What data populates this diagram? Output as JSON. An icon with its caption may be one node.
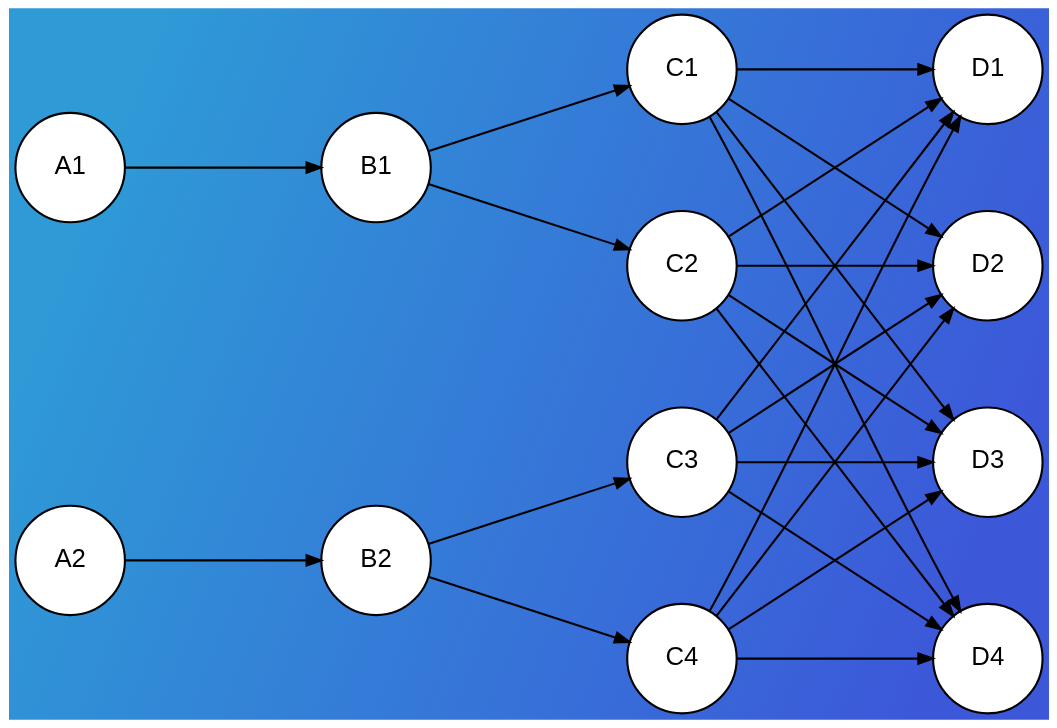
{
  "diagram": {
    "nodes": [
      {
        "text": [
          "A1"
        ]
      },
      {
        "text": [
          "A2"
        ]
      },
      {
        "text": [
          "B1"
        ]
      },
      {
        "text": [
          "B2"
        ]
      },
      {
        "text": [
          "C1"
        ]
      },
      {
        "text": [
          "C2"
        ]
      },
      {
        "text": [
          "C3"
        ]
      },
      {
        "text": [
          "C4"
        ]
      },
      {
        "text": [
          "D1"
        ]
      },
      {
        "text": [
          "D2"
        ]
      },
      {
        "text": [
          "D3"
        ]
      },
      {
        "text": [
          "D4"
        ]
      }
    ],
    "edges": [
      {
        "from": 0,
        "to": 2,
        "arrow": "to"
      },
      {
        "from": 1,
        "to": 3,
        "arrow": "to"
      },
      {
        "from": 2,
        "to": 4,
        "arrow": "to"
      },
      {
        "from": 2,
        "to": 5,
        "arrow": "to"
      },
      {
        "from": 3,
        "to": 6,
        "arrow": "to"
      },
      {
        "from": 3,
        "to": 7,
        "arrow": "to"
      },
      {
        "from": 4,
        "to": 8,
        "arrow": "to"
      },
      {
        "from": 4,
        "to": 9,
        "arrow": "to"
      },
      {
        "from": 4,
        "to": 10,
        "arrow": "to"
      },
      {
        "from": 4,
        "to": 11,
        "arrow": "to"
      },
      {
        "from": 5,
        "to": 8,
        "arrow": "to"
      },
      {
        "from": 5,
        "to": 9,
        "arrow": "to"
      },
      {
        "from": 5,
        "to": 10,
        "arrow": "to"
      },
      {
        "from": 5,
        "to": 11,
        "arrow": "to"
      },
      {
        "from": 6,
        "to": 8,
        "arrow": "to"
      },
      {
        "from": 6,
        "to": 9,
        "arrow": "to"
      },
      {
        "from": 6,
        "to": 10,
        "arrow": "to"
      },
      {
        "from": 6,
        "to": 11,
        "arrow": "to"
      },
      {
        "from": 7,
        "to": 8,
        "arrow": "to"
      },
      {
        "from": 7,
        "to": 9,
        "arrow": "to"
      },
      {
        "from": 7,
        "to": 10,
        "arrow": "to"
      },
      {
        "from": 7,
        "to": 11,
        "arrow": "to"
      }
    ]
  }
}
